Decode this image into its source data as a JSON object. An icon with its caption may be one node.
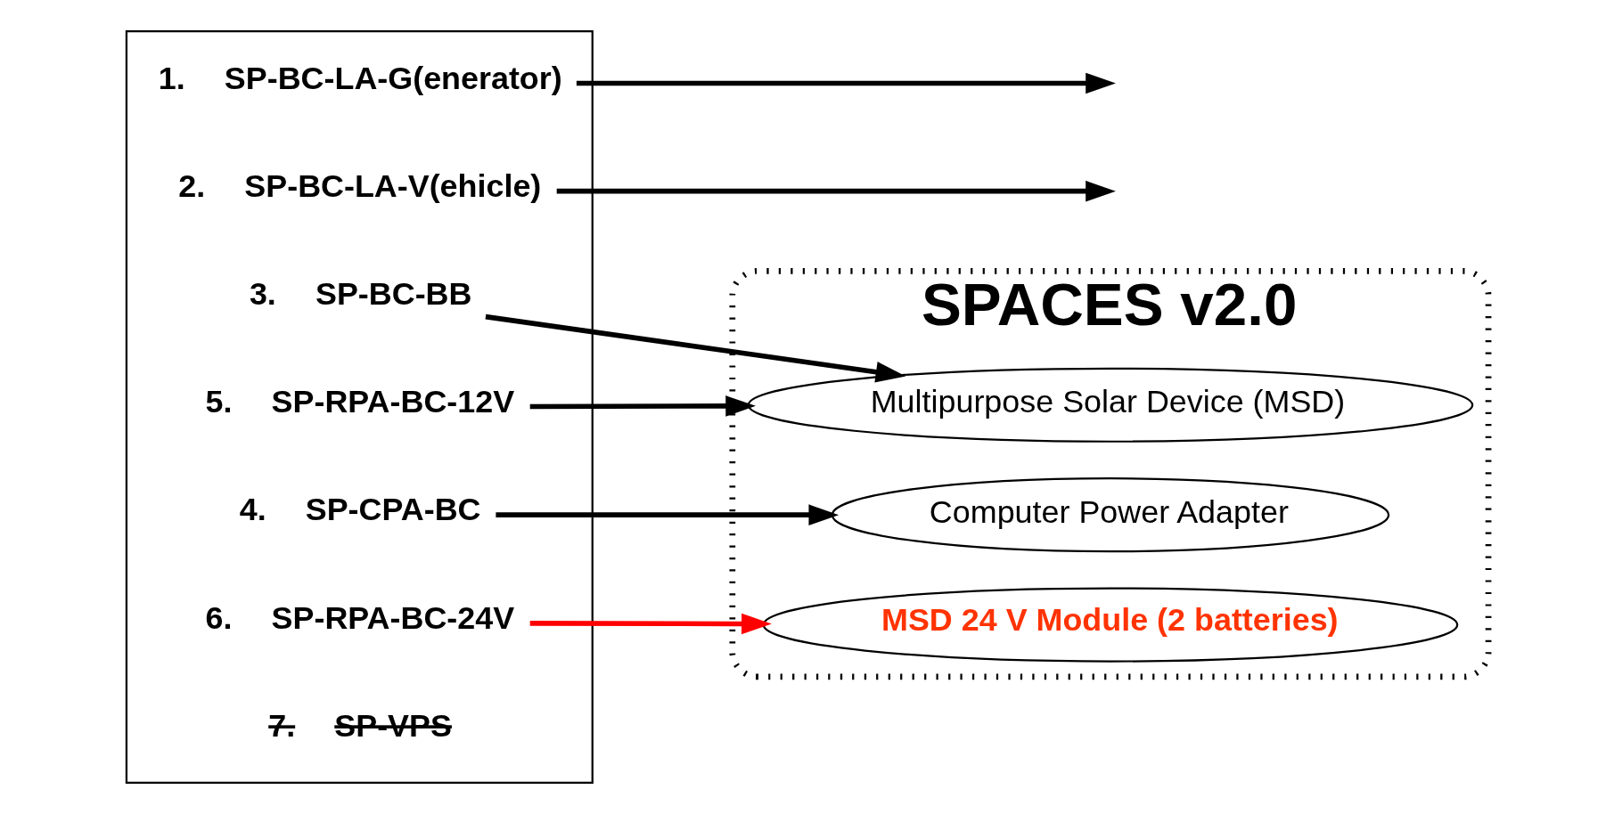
{
  "diagram": {
    "nodes": [
      {
        "text": [],
        "shape": "box"
      },
      {
        "text": [
          "1.",
          "SP-BC-LA-G(enerator)"
        ],
        "in": 0
      },
      {
        "text": [
          "2.",
          "SP-BC-LA-V(ehicle)"
        ],
        "in": 0
      },
      {
        "text": [
          "3.",
          "SP-BC-BB"
        ],
        "in": 0
      },
      {
        "text": [
          "4.",
          "SP-CPA-BC"
        ],
        "in": 0
      },
      {
        "text": [
          "5.",
          "SP-RPA-BC-12V"
        ],
        "in": 0
      },
      {
        "text": [
          "6.",
          "SP-RPA-BC-24V"
        ],
        "in": 0
      },
      {
        "text": [
          "7.",
          "SP-VPS"
        ],
        "in": 0
      },
      {
        "text": [
          "SPACES v2.0"
        ]
      },
      {
        "text": [
          "Multipurpose Solar Device (MSD)"
        ],
        "in": 8
      },
      {
        "text": [
          "MSD 24 V Module (2 batteries)"
        ],
        "in": 8
      },
      {
        "text": [
          "Computer Power Adapter"
        ],
        "in": 8
      }
    ],
    "edges": [
      {
        "from": 1,
        "to": null,
        "arrow": "to"
      },
      {
        "from": 2,
        "to": null,
        "arrow": "to"
      },
      {
        "from": 3,
        "to": 9,
        "arrow": "to"
      },
      {
        "from": 4,
        "to": 11,
        "arrow": "to"
      },
      {
        "from": 5,
        "to": 9,
        "arrow": "to"
      },
      {
        "from": 6,
        "to": 10,
        "arrow": "to",
        "color": "#ff0000"
      }
    ]
  }
}
